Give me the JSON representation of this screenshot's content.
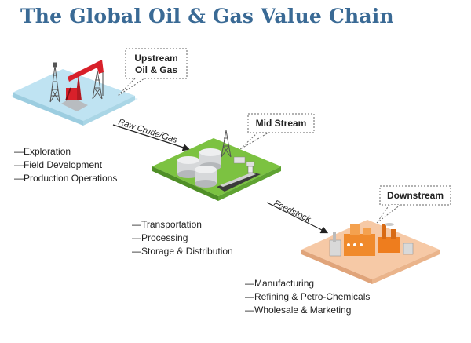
{
  "title": "The Global Oil & Gas Value Chain",
  "colors": {
    "title": "#3a6a95",
    "upstream_tile": "#bfe3f2",
    "midstream_tile": "#7cc241",
    "downstream_tile": "#f6c9a6",
    "pump_red": "#d8202a"
  },
  "stages": {
    "upstream": {
      "label_line1": "Upstream",
      "label_line2": "Oil & Gas",
      "activities": [
        "Exploration",
        "Field Development",
        "Production Operations"
      ]
    },
    "midstream": {
      "label": "Mid Stream",
      "activities": [
        "Transportation",
        "Processing",
        "Storage & Distribution"
      ]
    },
    "downstream": {
      "label": "Downstream",
      "activities": [
        "Manufacturing",
        "Refining & Petro-Chemicals",
        "Wholesale & Marketing"
      ]
    }
  },
  "flows": {
    "upstream_to_midstream": "Raw Crude/Gas",
    "midstream_to_downstream": "Feedstock"
  }
}
